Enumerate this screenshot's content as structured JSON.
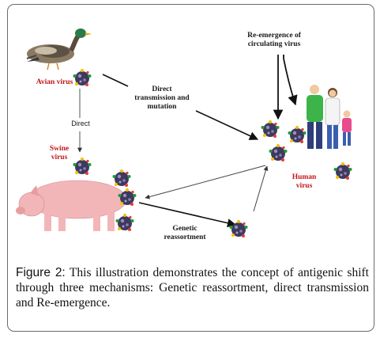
{
  "labels": {
    "avian_virus": "Avian virus",
    "direct": "Direct",
    "swine_virus": "Swine virus",
    "direct_transmission": "Direct transmission and mutation",
    "reemergence": "Re-emergence of circulating virus",
    "human_virus": "Human virus",
    "genetic_reassortment": "Genetic reassortment"
  },
  "caption": {
    "figure_label": "Figure 2:",
    "text": "This illustration demonstrates the concept of antigenic shift through three mechanisms: Genetic reassortment, direct transmission and Re-emergence."
  },
  "colors": {
    "label_red": "#c0181a",
    "virus_body": "#3e3a5c",
    "pig": "#f3b6b8",
    "frame": "#6a6a6a"
  },
  "icons": [
    "duck-icon",
    "pig-icon",
    "human-family-icon",
    "virus-icon"
  ]
}
